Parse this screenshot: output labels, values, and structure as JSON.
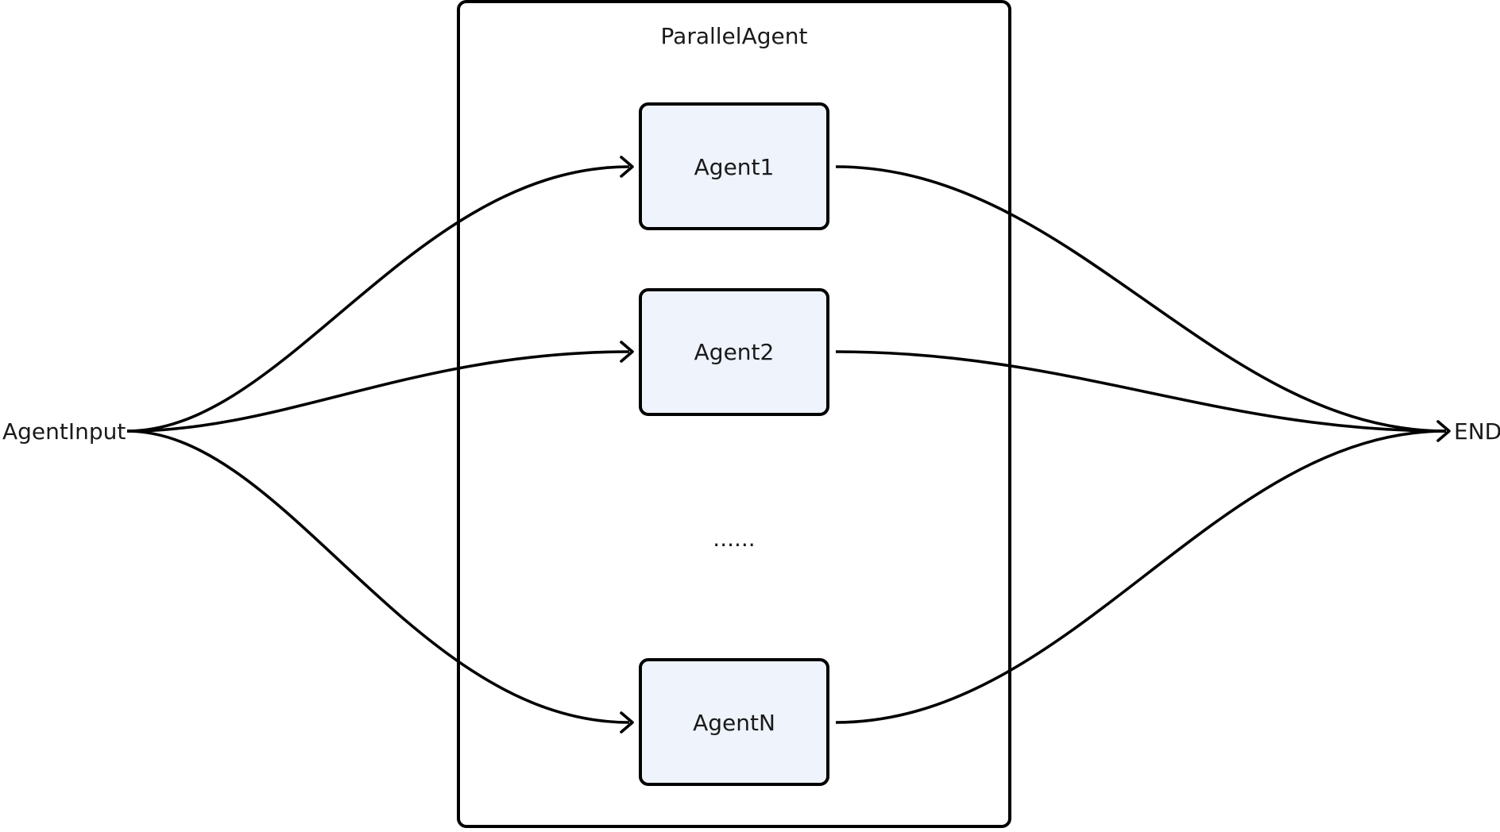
{
  "diagram": {
    "start_label": "AgentInput",
    "end_label": "END",
    "container_title": "ParallelAgent",
    "agents": [
      {
        "label": "Agent1"
      },
      {
        "label": "Agent2"
      },
      {
        "label": "AgentN"
      }
    ],
    "ellipsis": "......",
    "colors": {
      "agent_fill": "#eef3fc",
      "stroke": "#000000",
      "text": "#1a1a1a",
      "background": "#ffffff"
    }
  }
}
